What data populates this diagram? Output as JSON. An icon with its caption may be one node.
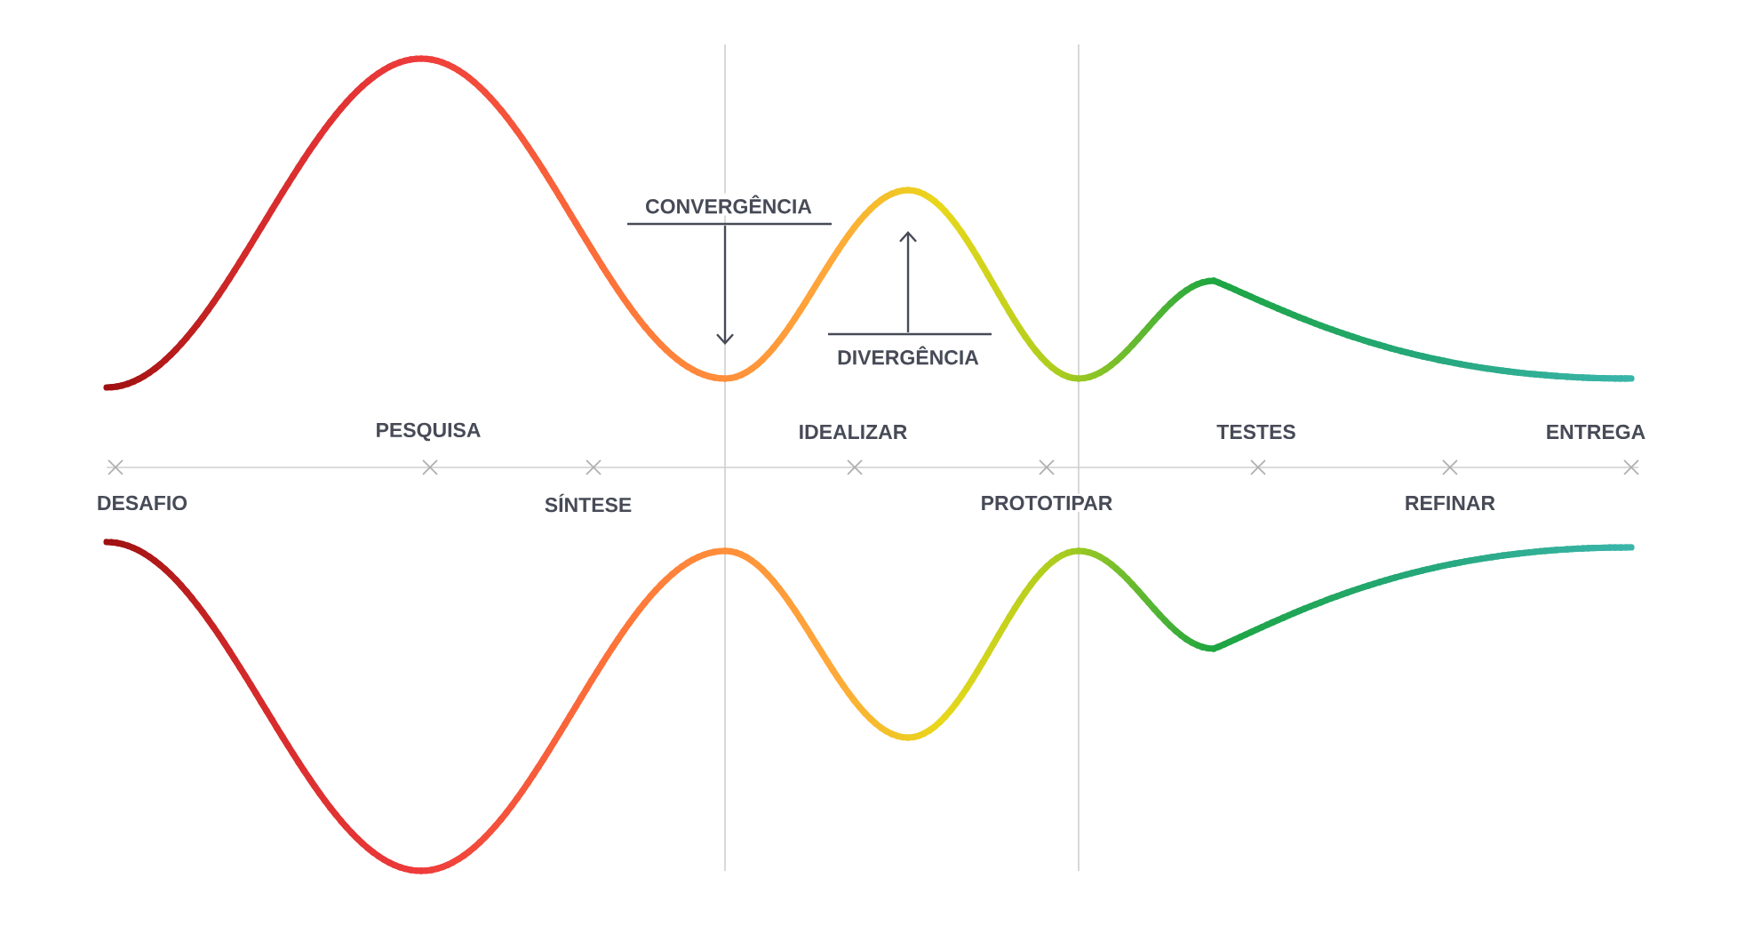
{
  "diagram": {
    "labels": [
      "CONVERGÊNCIA",
      "DIVERGÊNCIA",
      "PESQUISA",
      "IDEALIZAR",
      "TESTES",
      "ENTREGA",
      "DESAFIO",
      "SÍNTESE",
      "PROTOTIPAR",
      "REFINAR"
    ]
  }
}
